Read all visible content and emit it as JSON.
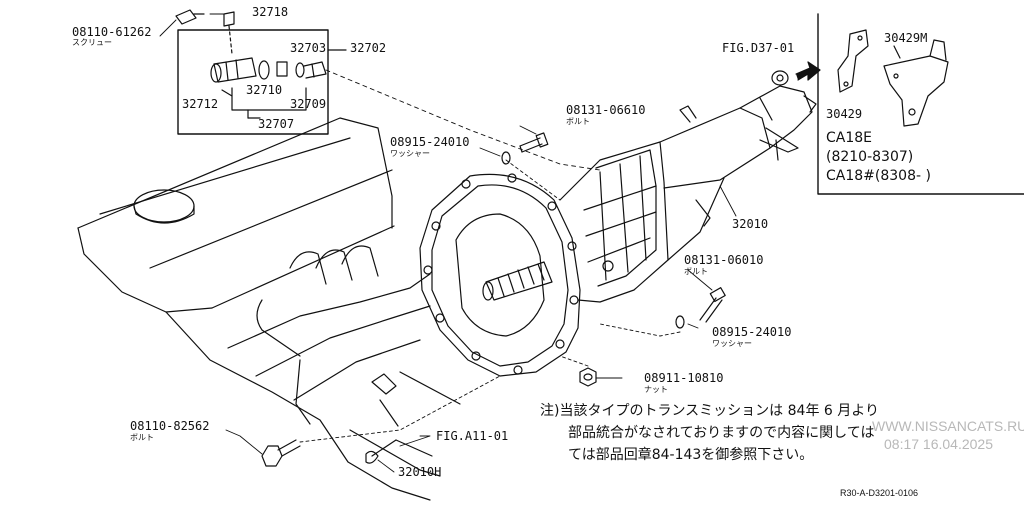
{
  "diagram": {
    "part_labels": {
      "p08110_61262": "08110-61262",
      "p08110_61262_sub": "スクリュー",
      "p32718": "32718",
      "p32703": "32703",
      "p32702": "32702",
      "p32712": "32712",
      "p32710": "32710",
      "p32709": "32709",
      "p32707": "32707",
      "p08131_06610": "08131-06610",
      "p08131_06610_sub": "ボルト",
      "p08915_24010_a": "08915-24010",
      "p08915_24010_a_sub": "ワッシャー",
      "p32010": "32010",
      "p08131_06010": "08131-06010",
      "p08131_06010_sub": "ボルト",
      "p08915_24010_b": "08915-24010",
      "p08915_24010_b_sub": "ワッシャー",
      "p08911_10810": "08911-10810",
      "p08911_10810_sub": "ナット",
      "p08110_82562": "08110-82562",
      "p08110_82562_sub": "ボルト",
      "fig_a11": "FIG.A11-01",
      "p32010h": "32010H",
      "fig_d37": "FIG.D37-01",
      "p30429m": "30429M",
      "p30429": "30429"
    },
    "inset": {
      "line1": "CA18E",
      "line2": "(8210-8307)",
      "line3": "CA18#(8308-  )"
    },
    "note": {
      "line1": "注)当該タイプのトランスミッションは 84年 6 月より",
      "line2": "部品統合がなされておりますので内容に関しては",
      "line3": "ては部品回章84-143を御参照下さい。"
    },
    "doc_code": "R30-A-D3201-0106"
  },
  "watermark": {
    "site": "WWW.NISSANCATS.RU",
    "timestamp": "08:17 16.04.2025"
  }
}
